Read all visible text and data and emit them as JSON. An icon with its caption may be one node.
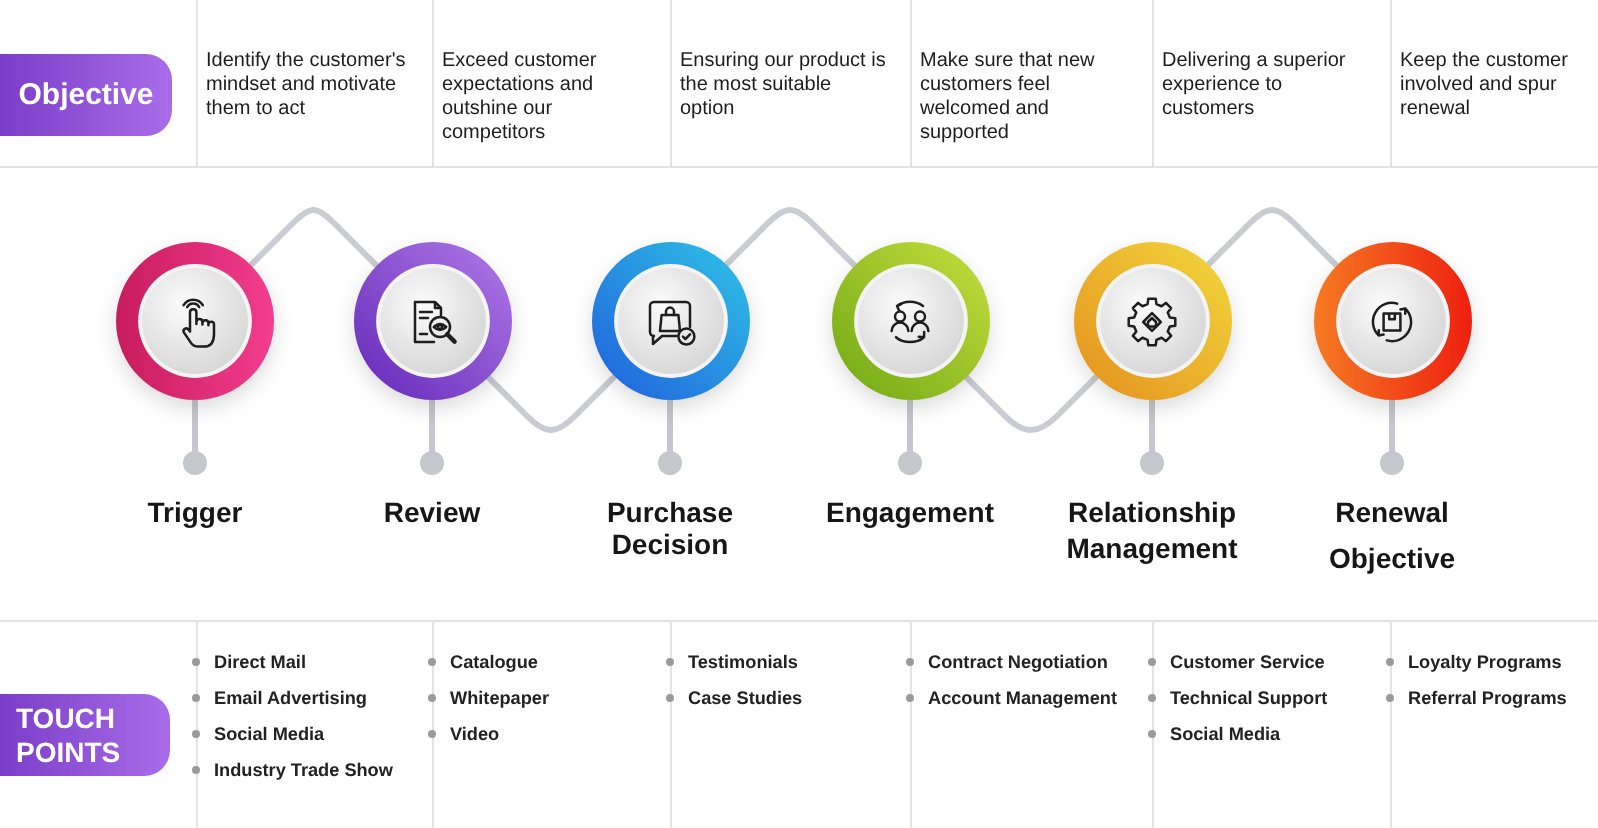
{
  "diagram": {
    "nodes": [
      {
        "text": [
          "Objective"
        ]
      },
      {
        "text": [],
        "shape": "circle",
        "beside": [
          "Trigger"
        ]
      },
      {
        "text": [],
        "shape": "circle",
        "beside": [
          "Review"
        ]
      },
      {
        "text": [],
        "shape": "circle",
        "beside": [
          "Purchase Decision"
        ]
      },
      {
        "text": [],
        "shape": "circle",
        "beside": [
          "Engagement"
        ]
      },
      {
        "text": [],
        "shape": "circle",
        "beside": [
          "Relationship Management"
        ]
      },
      {
        "text": [],
        "shape": "circle",
        "beside": [
          "Renewal Objective"
        ]
      },
      {
        "text": [
          "TOUCH POINTS"
        ]
      }
    ],
    "edges": [
      {
        "from": 1,
        "to": 2,
        "arrow": "none"
      },
      {
        "from": 2,
        "to": 3,
        "arrow": "none"
      },
      {
        "from": 3,
        "to": 4,
        "arrow": "none"
      },
      {
        "from": 4,
        "to": 5,
        "arrow": "none"
      },
      {
        "from": 5,
        "to": 6,
        "arrow": "none"
      }
    ],
    "labels": [
      "Identify the customer's mindset and motivate them to act",
      "Exceed customer expectations and outshine our competitors",
      "Ensuring our product is the most suitable option",
      "Make sure that new customers feel welcomed and supported",
      "Delivering a superior experience to customers",
      "Keep the customer involved and spur renewal",
      "Direct Mail",
      "Email Advertising",
      "Social Media",
      "Industry Trade Show",
      "Catalogue",
      "Whitepaper",
      "Video",
      "Testimonials",
      "Case Studies",
      "Contract Negotiation",
      "Account Management",
      "Customer Service",
      "Technical Support",
      "Social Media",
      "Loyalty Programs",
      "Referral Programs"
    ]
  }
}
